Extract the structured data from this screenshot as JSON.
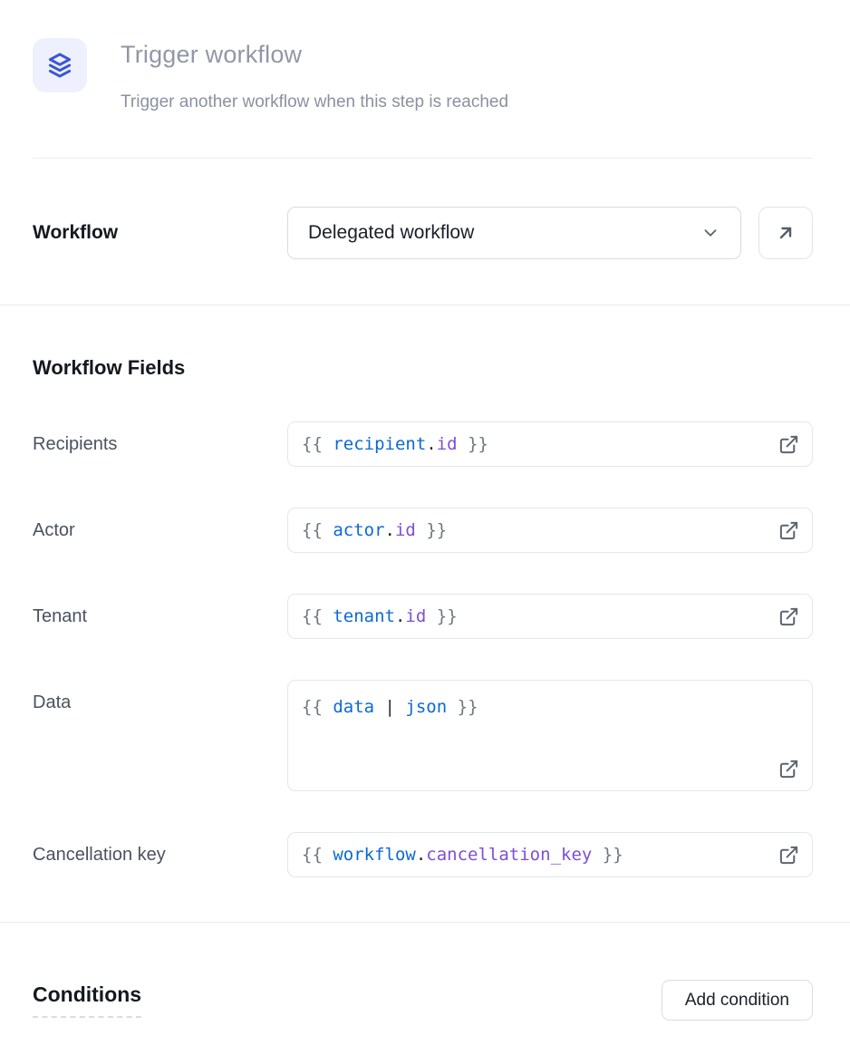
{
  "header": {
    "title": "Trigger workflow",
    "subtitle": "Trigger another workflow when this step is reached",
    "icon": "layers-icon"
  },
  "workflow_row": {
    "label": "Workflow",
    "selected": "Delegated workflow",
    "open_button_icon": "arrow-up-right-icon"
  },
  "fields_section": {
    "heading": "Workflow Fields",
    "fields": [
      {
        "label": "Recipients",
        "value": "{{ recipient.id }}",
        "tokens": [
          {
            "type": "brace",
            "text": "{{ "
          },
          {
            "type": "var",
            "text": "recipient"
          },
          {
            "type": "punct",
            "text": "."
          },
          {
            "type": "prop",
            "text": "id"
          },
          {
            "type": "brace",
            "text": " }}"
          }
        ]
      },
      {
        "label": "Actor",
        "value": "{{ actor.id }}",
        "tokens": [
          {
            "type": "brace",
            "text": "{{ "
          },
          {
            "type": "var",
            "text": "actor"
          },
          {
            "type": "punct",
            "text": "."
          },
          {
            "type": "prop",
            "text": "id"
          },
          {
            "type": "brace",
            "text": " }}"
          }
        ]
      },
      {
        "label": "Tenant",
        "value": "{{ tenant.id }}",
        "tokens": [
          {
            "type": "brace",
            "text": "{{ "
          },
          {
            "type": "var",
            "text": "tenant"
          },
          {
            "type": "punct",
            "text": "."
          },
          {
            "type": "prop",
            "text": "id"
          },
          {
            "type": "brace",
            "text": " }}"
          }
        ]
      },
      {
        "label": "Data",
        "value": "{{ data | json }}",
        "tokens": [
          {
            "type": "brace",
            "text": "{{ "
          },
          {
            "type": "var",
            "text": "data"
          },
          {
            "type": "punct",
            "text": " | "
          },
          {
            "type": "var",
            "text": "json"
          },
          {
            "type": "brace",
            "text": " }}"
          }
        ]
      },
      {
        "label": "Cancellation key",
        "value": "{{ workflow.cancellation_key }}",
        "tokens": [
          {
            "type": "brace",
            "text": "{{ "
          },
          {
            "type": "var",
            "text": "workflow"
          },
          {
            "type": "punct",
            "text": "."
          },
          {
            "type": "prop",
            "text": "cancellation_key"
          },
          {
            "type": "brace",
            "text": " }}"
          }
        ]
      }
    ]
  },
  "conditions_section": {
    "heading": "Conditions",
    "add_button": "Add condition"
  },
  "token_colors": {
    "brace": "#6e7781",
    "var": "#0b69d4",
    "prop": "#7d4fd6",
    "punct": "#24292f"
  },
  "colors": {
    "accent_blue": "#3b57d8",
    "icon_background": "#eef1fd",
    "muted_title": "#9097a6",
    "border": "#e4e6ea"
  }
}
